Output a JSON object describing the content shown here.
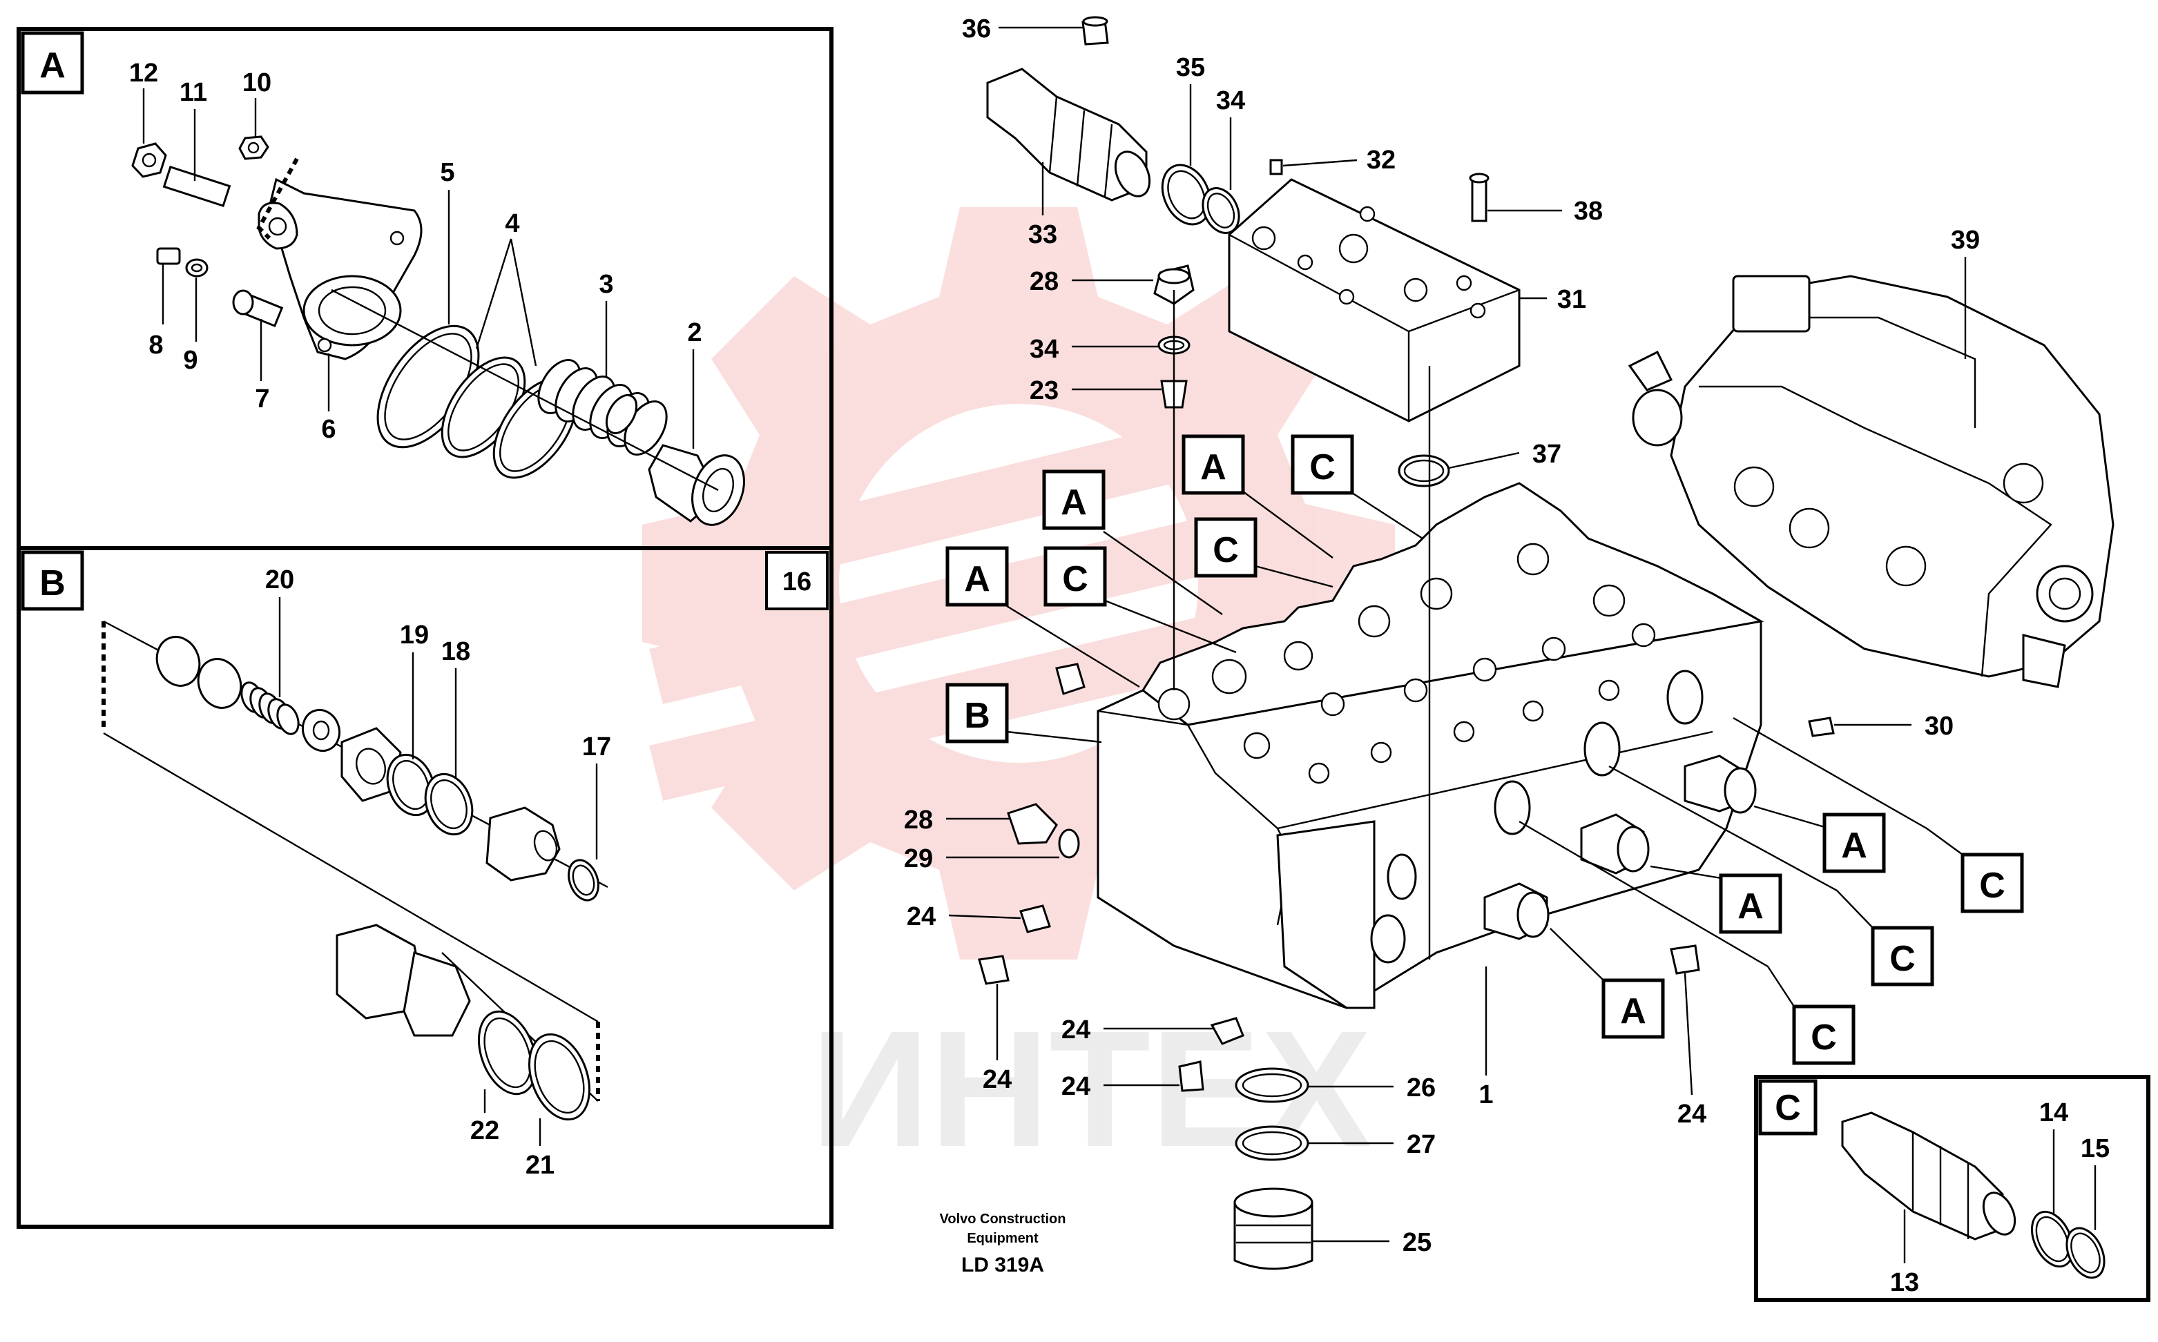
{
  "panels": {
    "a": {
      "label": "A"
    },
    "b": {
      "label": "B",
      "corner": "16"
    },
    "c": {
      "label": "C"
    }
  },
  "callout_labels": {
    "a1": "A",
    "a2": "A",
    "a3": "A",
    "a4": "A",
    "a5": "A",
    "b1": "B",
    "c1": "C",
    "c2": "C",
    "c3": "C",
    "c4": "C",
    "c5": "C"
  },
  "part_numbers": {
    "p1": "1",
    "p2": "2",
    "p3": "3",
    "p4": "4",
    "p5": "5",
    "p6": "6",
    "p7": "7",
    "p8": "8",
    "p9": "9",
    "p10": "10",
    "p11": "11",
    "p12": "12",
    "p13": "13",
    "p14": "14",
    "p15": "15",
    "p16": "16",
    "p17": "17",
    "p18": "18",
    "p19": "19",
    "p20": "20",
    "p21": "21",
    "p22": "22",
    "p23": "23",
    "p24": "24",
    "p25": "25",
    "p26": "26",
    "p27": "27",
    "p28": "28",
    "p29": "29",
    "p30": "30",
    "p31": "31",
    "p32": "32",
    "p33": "33",
    "p34": "34",
    "p35": "35",
    "p36": "36",
    "p37": "37",
    "p38": "38",
    "p39": "39"
  },
  "footer": {
    "line1": "Volvo Construction",
    "line2": "Equipment",
    "code": "LD 319A"
  },
  "watermark": {
    "text": "ИНТЕХ",
    "color": "#e53935"
  }
}
